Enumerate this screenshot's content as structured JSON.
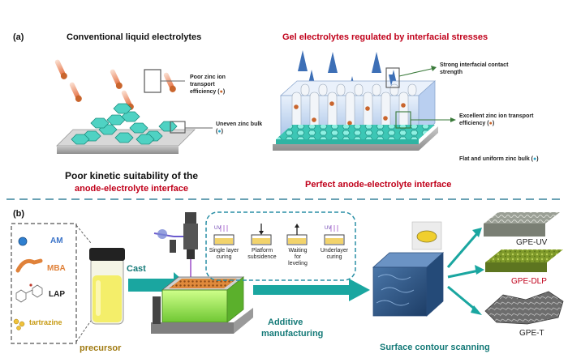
{
  "panel_a": {
    "label": "(a)",
    "left_title": "Conventional liquid electrolytes",
    "right_title": "Gel electrolytes regulated by interfacial stresses",
    "left_notes": {
      "ion_efficiency": "Poor zinc ion transport efficiency (",
      "zinc_bulk": "Uneven zinc bulk ("
    },
    "right_notes": {
      "contact": "Strong interfacial contact strength",
      "ion_efficiency": "Excellent zinc ion transport efficiency (",
      "zinc_bulk": "Flat and uniform zinc bulk ("
    },
    "note_close": ")",
    "left_caption_line1": "Poor kinetic suitability of the",
    "left_caption_line2": "anode-electrolyte interface",
    "right_caption": "Perfect anode-electrolyte interface"
  },
  "panel_b": {
    "label": "(b)",
    "components": [
      "AM",
      "MBA",
      "LAP",
      "tartrazine"
    ],
    "precursor_label": "precursor",
    "cast_label": "Cast",
    "steps": [
      {
        "lines": [
          "Single layer",
          "curing"
        ]
      },
      {
        "lines": [
          "Platform",
          "subsidence"
        ]
      },
      {
        "lines": [
          "Waiting",
          "for",
          "leveling"
        ]
      },
      {
        "lines": [
          "Underlayer",
          "curing"
        ]
      }
    ],
    "uv_label": "UV",
    "am_label_line1": "Additive",
    "am_label_line2": "manufacturing",
    "scan_label": "Surface contour scanning",
    "outputs": [
      "GPE-UV",
      "GPE-DLP",
      "GPE-T"
    ]
  },
  "colors": {
    "red": "#c0001a",
    "teal": "#157a78",
    "hex_zinc": "#4fd2c3",
    "arrow_blue": "#3d6fb6",
    "dash": "#6aa2b4"
  }
}
